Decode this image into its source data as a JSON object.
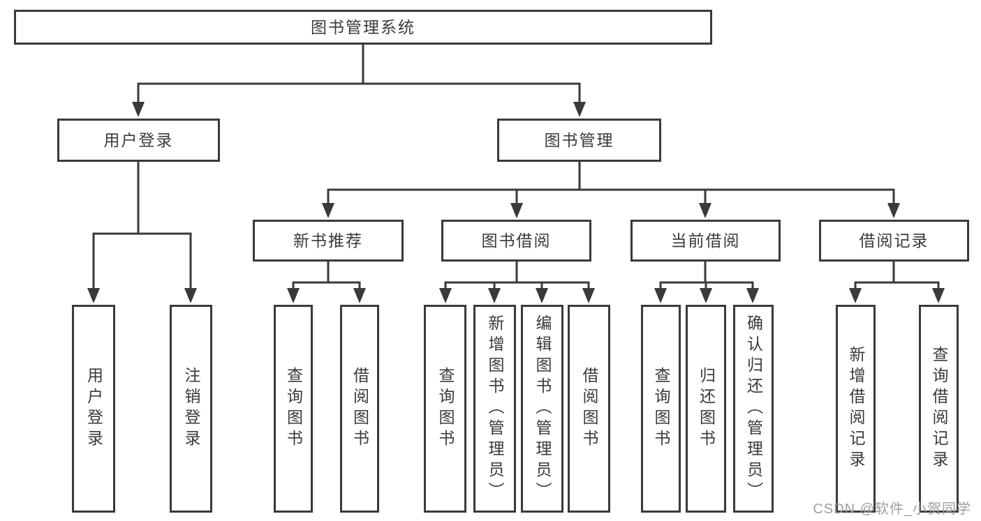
{
  "diagram_title": "图书管理系统",
  "colors": {
    "line": "#3a3a3a",
    "box_border": "#3a3a3a",
    "text": "#3a3a3a",
    "watermark": "#9aa0a5",
    "background": "#ffffff"
  },
  "nodes": {
    "root": "图书管理系统",
    "user_login": "用户登录",
    "book_mgmt": "图书管理",
    "new_book_rec": "新书推荐",
    "book_borrow": "图书借阅",
    "current_borrow": "当前借阅",
    "borrow_record": "借阅记录",
    "leaf_user_login": "用户登录",
    "leaf_logout": "注销登录",
    "leaf_nbr_query": "查询图书",
    "leaf_nbr_borrow": "借阅图书",
    "leaf_bb_query": "查询图书",
    "leaf_bb_add": "新增图书（管理员）",
    "leaf_bb_edit": "编辑图书（管理员）",
    "leaf_bb_borrow": "借阅图书",
    "leaf_cb_query": "查询图书",
    "leaf_cb_return": "归还图书",
    "leaf_cb_confirm": "确认归还（管理员）",
    "leaf_br_add": "新增借阅记录",
    "leaf_br_query": "查询借阅记录"
  },
  "hierarchy": {
    "图书管理系统": {
      "用户登录": [
        "用户登录",
        "注销登录"
      ],
      "图书管理": {
        "新书推荐": [
          "查询图书",
          "借阅图书"
        ],
        "图书借阅": [
          "查询图书",
          "新增图书（管理员）",
          "编辑图书（管理员）",
          "借阅图书"
        ],
        "当前借阅": [
          "查询图书",
          "归还图书",
          "确认归还（管理员）"
        ],
        "借阅记录": [
          "新增借阅记录",
          "查询借阅记录"
        ]
      }
    }
  },
  "watermark": "CSDN @软件_小贺同学"
}
